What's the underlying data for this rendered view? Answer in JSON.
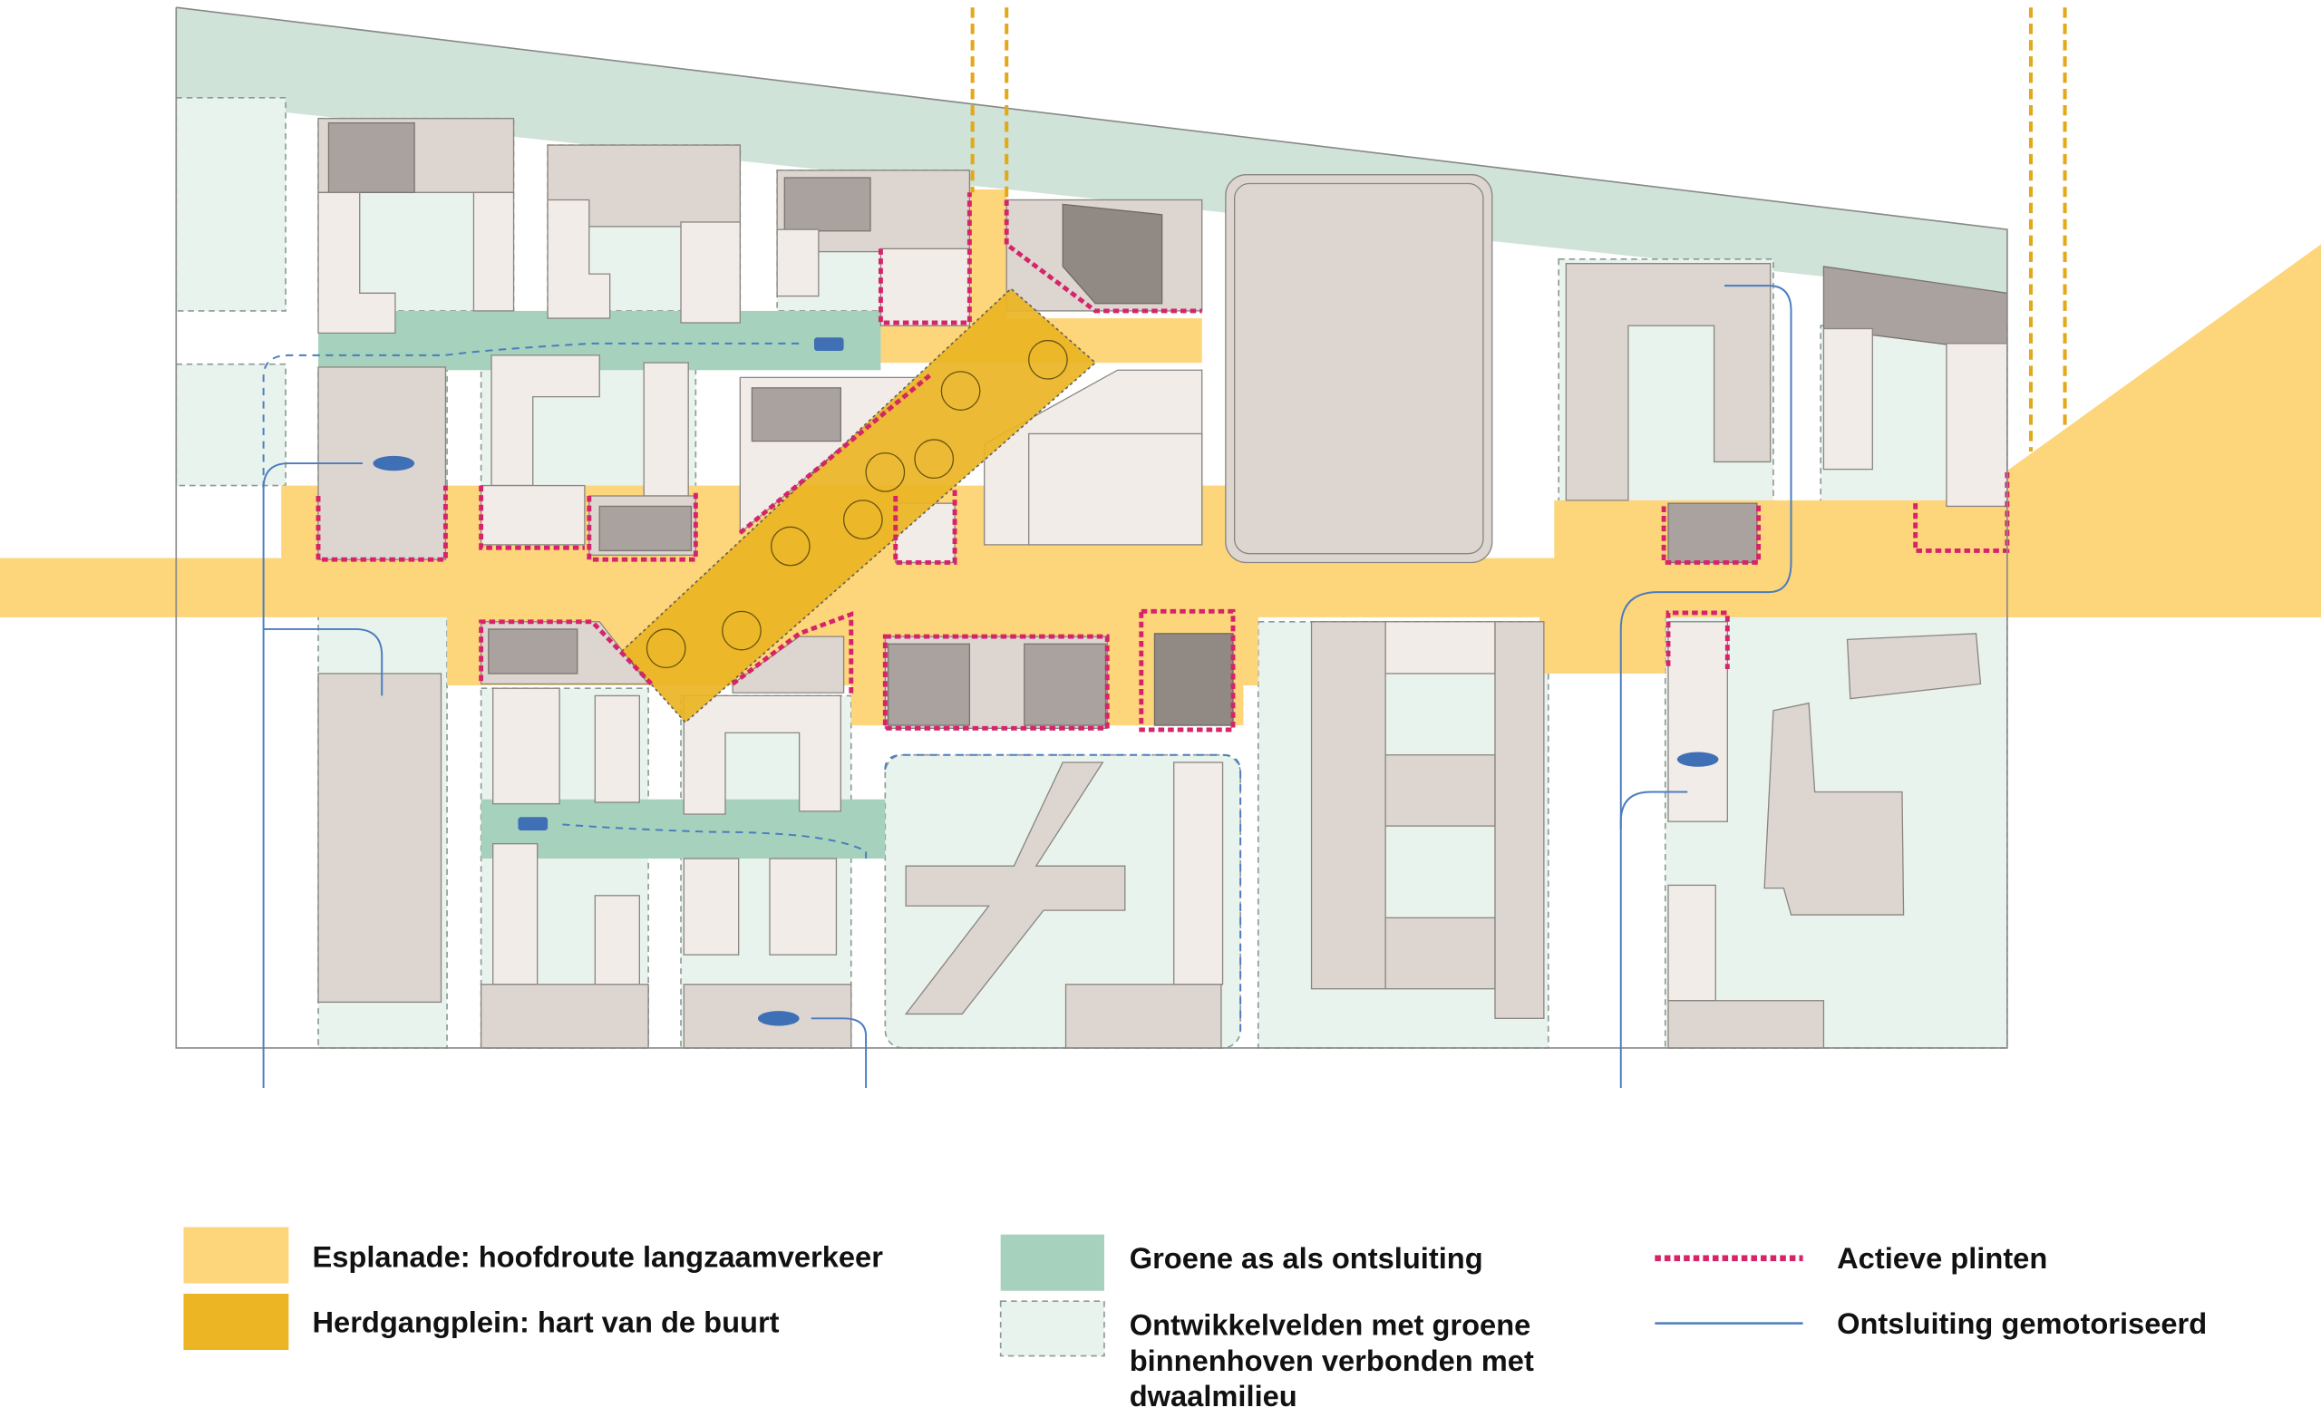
{
  "colors": {
    "esplanade": "#fdd57a",
    "herdgangplein": "#ebb523",
    "groene_as": "#a6d1bc",
    "ontwikkelvelden": "#e9f3ed",
    "actieve_plinten": "#d6246a",
    "ontsluiting": "#4a7cc0"
  },
  "legend": {
    "esplanade": "Esplanade: hoofdroute langzaamverkeer",
    "herdgangplein": "Herdgangplein: hart van de buurt",
    "groene_as": "Groene as als ontsluiting",
    "ontwikkelvelden_1": "Ontwikkelvelden met groene",
    "ontwikkelvelden_2": "binnenhoven verbonden met",
    "ontwikkelvelden_3": "dwaalmilieu",
    "actieve_plinten": "Actieve plinten",
    "ontsluiting": "Ontsluiting gemotoriseerd"
  }
}
